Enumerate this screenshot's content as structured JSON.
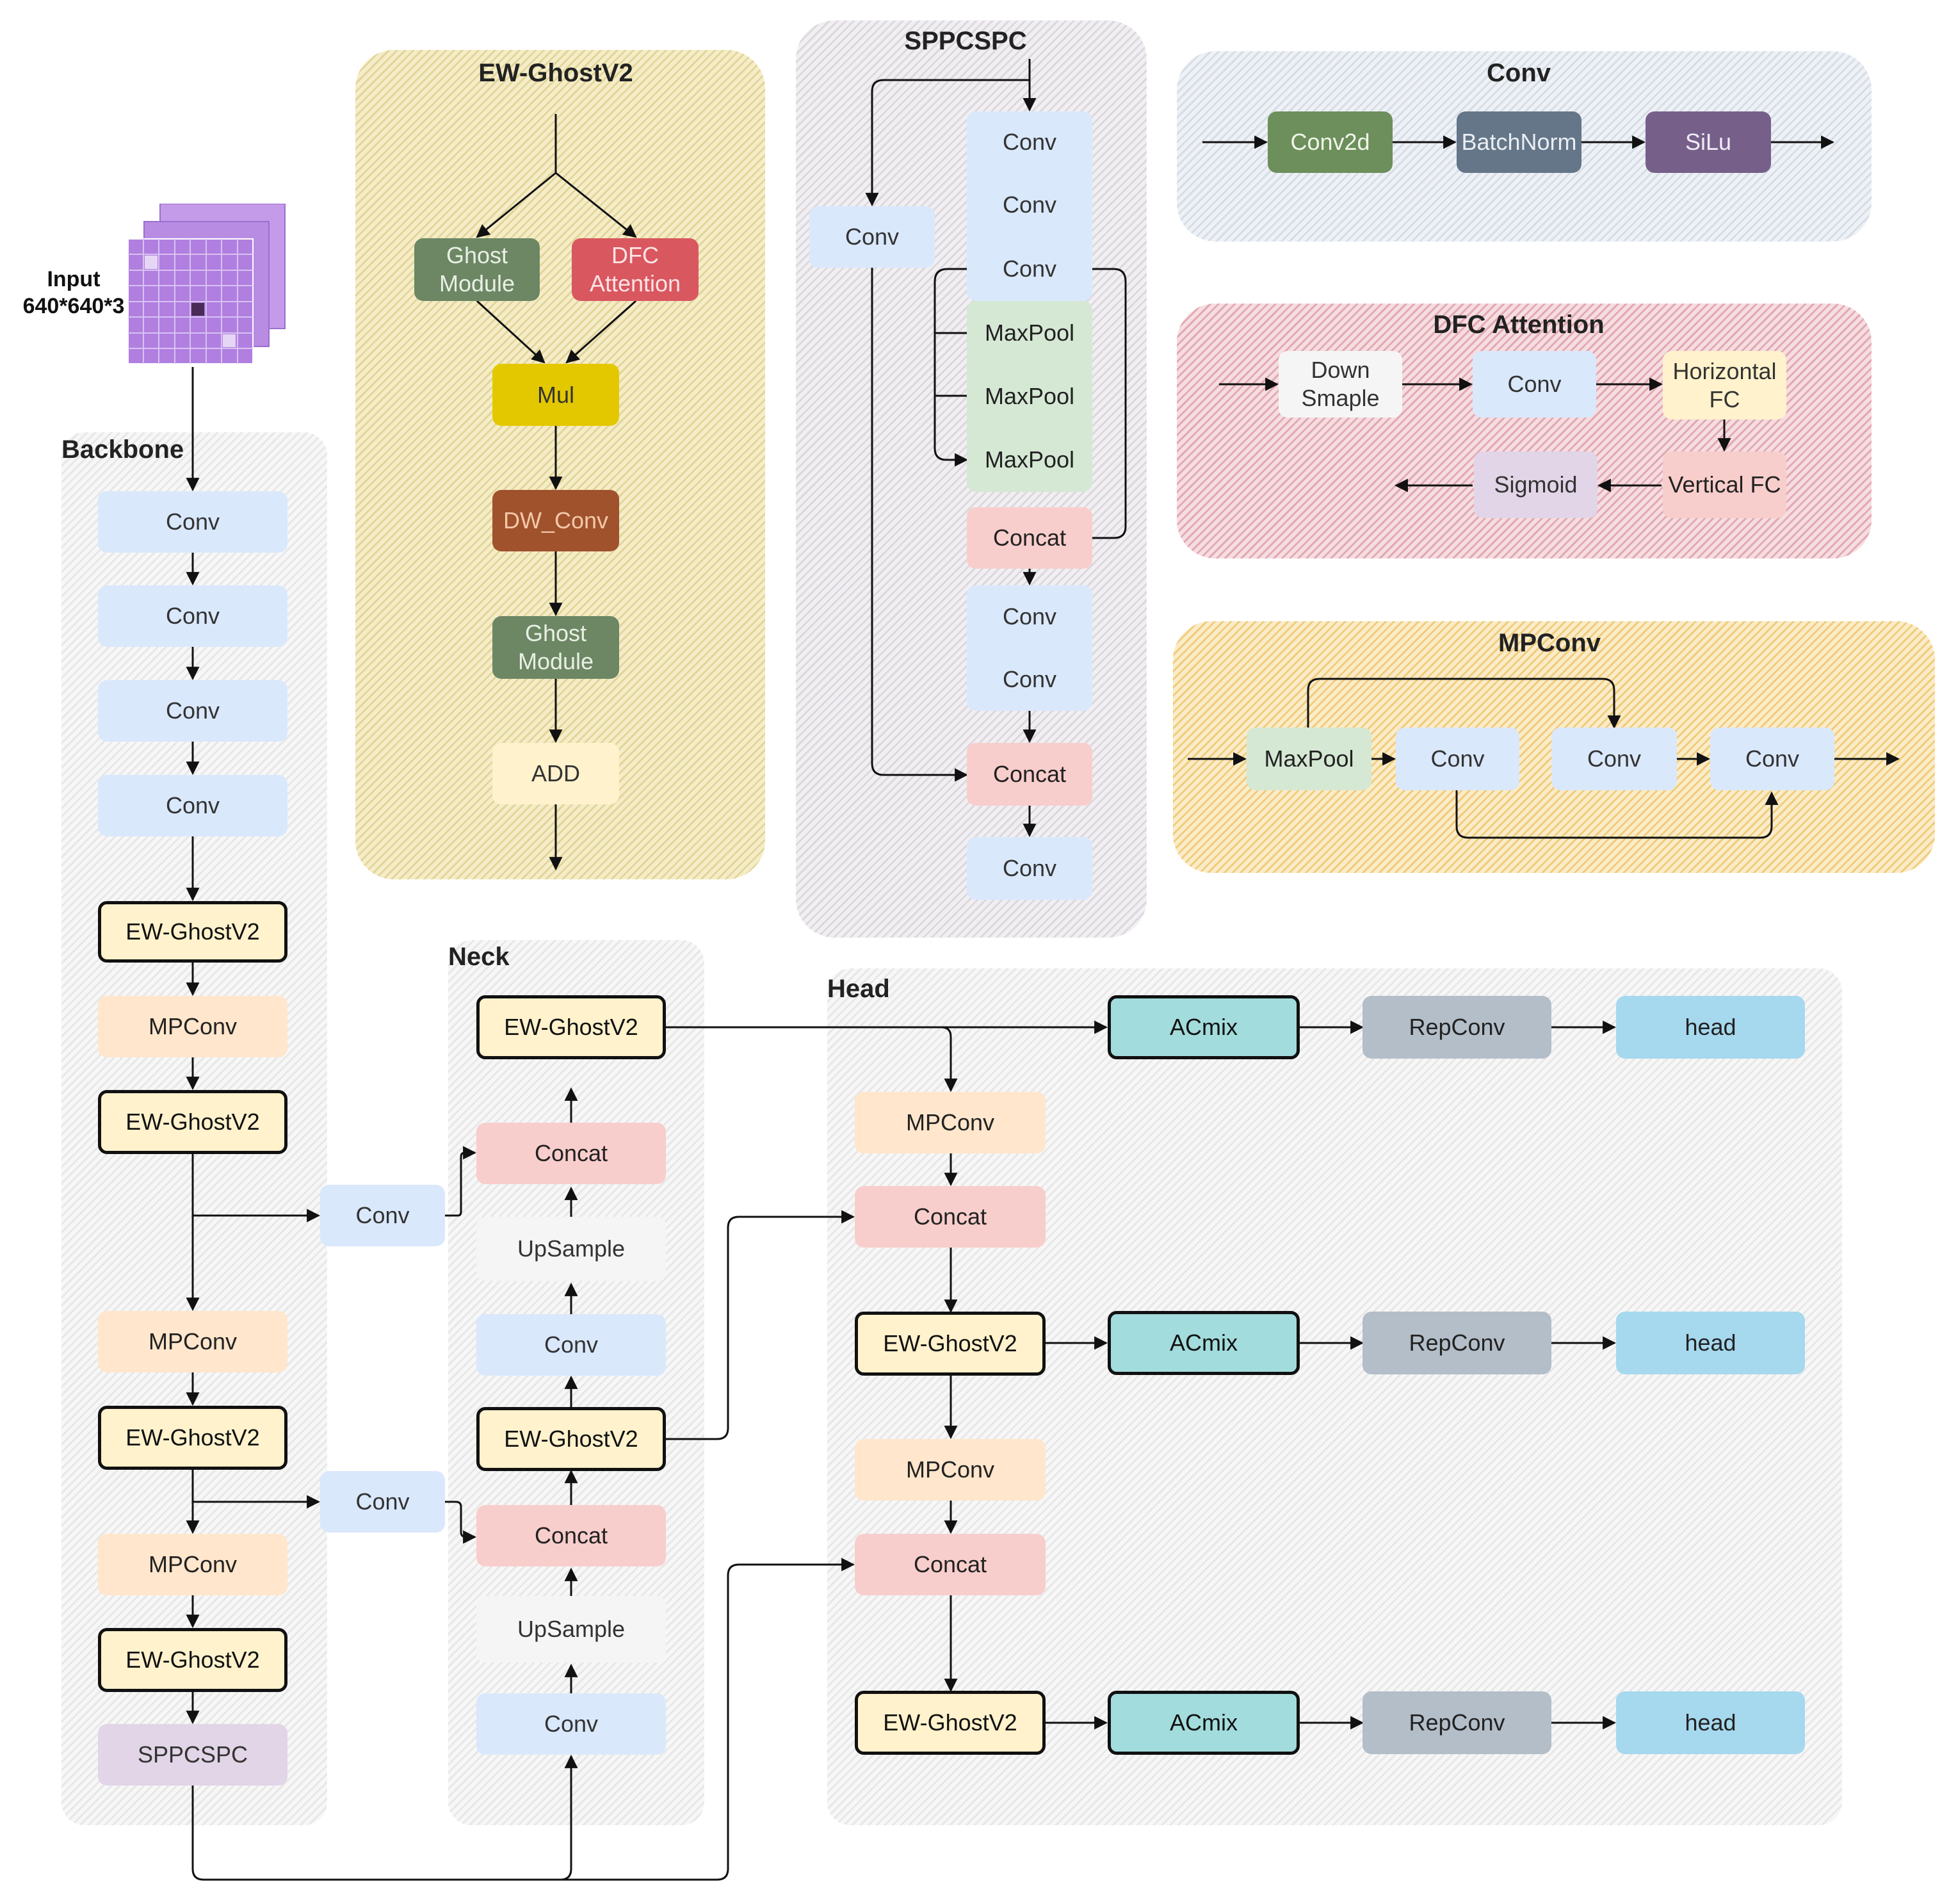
{
  "input": {
    "line1": "Input",
    "line2": "640*640*3"
  },
  "sections": {
    "backbone": "Backbone",
    "neck": "Neck",
    "head": "Head",
    "ewghost": "EW-GhostV2",
    "sppcspc": "SPPCSPC",
    "conv": "Conv",
    "dfc": "DFC Attention",
    "mpconv": "MPConv"
  },
  "labels": {
    "conv": "Conv",
    "mpconv": "MPConv",
    "ewghost": "EW-GhostV2",
    "sppcspc": "SPPCSPC",
    "concat": "Concat",
    "upsample": "UpSample",
    "acmix": "ACmix",
    "repconv": "RepConv",
    "head": "head",
    "maxpool": "MaxPool",
    "ghost_module": "Ghost\nModule",
    "dfc_attention": "DFC\nAttention",
    "mul": "Mul",
    "dw_conv": "DW_Conv",
    "add": "ADD",
    "conv2d": "Conv2d",
    "batchnorm": "BatchNorm",
    "silu": "SiLu",
    "down_sample": "Down\nSmaple",
    "horizontal_fc": "Horizontal\nFC",
    "vertical_fc": "Vertical FC",
    "sigmoid": "Sigmoid"
  }
}
